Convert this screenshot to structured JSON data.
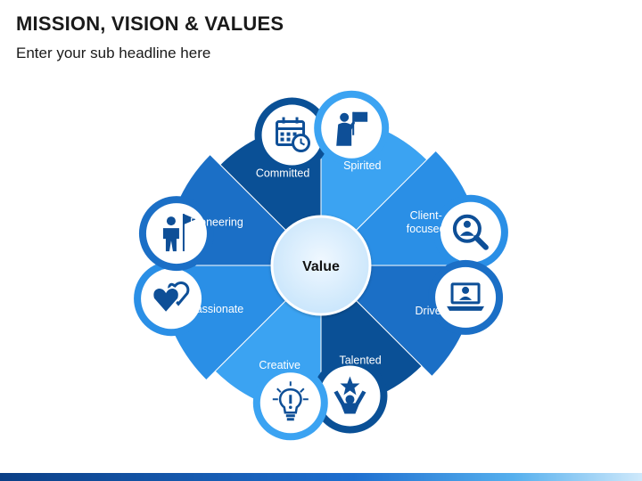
{
  "header": {
    "title": "MISSION, VISION & VALUES",
    "subtitle": "Enter your sub headline here"
  },
  "diagram": {
    "center_label": "Value",
    "segments": [
      {
        "id": "committed",
        "lines": [
          "Committed"
        ],
        "color": "#0a5096",
        "icon": "calendar-clock-icon"
      },
      {
        "id": "spirited",
        "lines": [
          "Spirited"
        ],
        "color": "#3ba3f2",
        "icon": "presenter-board-icon"
      },
      {
        "id": "client-focused",
        "lines": [
          "Client-",
          "focused"
        ],
        "color": "#2a8fe6",
        "icon": "magnifier-person-icon"
      },
      {
        "id": "driven",
        "lines": [
          "Driven"
        ],
        "color": "#1b6fc6",
        "icon": "laptop-user-icon"
      },
      {
        "id": "talented",
        "lines": [
          "Talented"
        ],
        "color": "#0a5096",
        "icon": "star-achiever-icon"
      },
      {
        "id": "creative",
        "lines": [
          "Creative"
        ],
        "color": "#3ba3f2",
        "icon": "lightbulb-icon"
      },
      {
        "id": "passionate",
        "lines": [
          "Passionate"
        ],
        "color": "#2a8fe6",
        "icon": "hearts-icon"
      },
      {
        "id": "pioneering",
        "lines": [
          "Pioneering"
        ],
        "color": "#1b6fc6",
        "icon": "person-flag-icon"
      }
    ]
  }
}
